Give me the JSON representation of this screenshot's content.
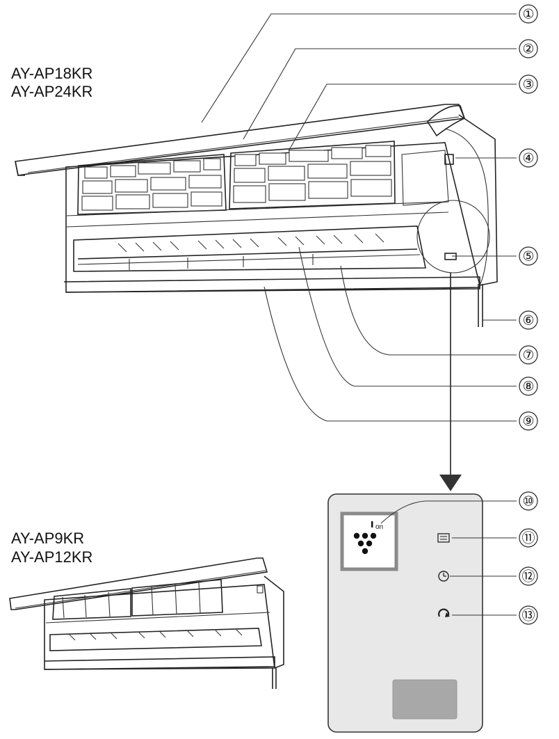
{
  "models": {
    "large": [
      "AY-AP18KR",
      "AY-AP24KR"
    ],
    "small": [
      "AY-AP9KR",
      "AY-AP12KR"
    ]
  },
  "callouts": [
    {
      "id": "1",
      "label": "①"
    },
    {
      "id": "2",
      "label": "②"
    },
    {
      "id": "3",
      "label": "③"
    },
    {
      "id": "4",
      "label": "④"
    },
    {
      "id": "5",
      "label": "⑤"
    },
    {
      "id": "6",
      "label": "⑥"
    },
    {
      "id": "7",
      "label": "⑦"
    },
    {
      "id": "8",
      "label": "⑧"
    },
    {
      "id": "9",
      "label": "⑨"
    },
    {
      "id": "10",
      "label": "⑩"
    },
    {
      "id": "11",
      "label": "⑪"
    },
    {
      "id": "12",
      "label": "⑫"
    },
    {
      "id": "13",
      "label": "⑬"
    }
  ],
  "display_panel": {
    "ion_text": "on",
    "icons": [
      "ion-indicator-icon",
      "operation-lamp-icon",
      "timer-lamp-icon",
      "turbo-lamp-icon"
    ],
    "colors": {
      "panel": "#e8e8e8",
      "ion_box_border": "#8a8a8a",
      "receiver": "#a8a8a8"
    }
  }
}
